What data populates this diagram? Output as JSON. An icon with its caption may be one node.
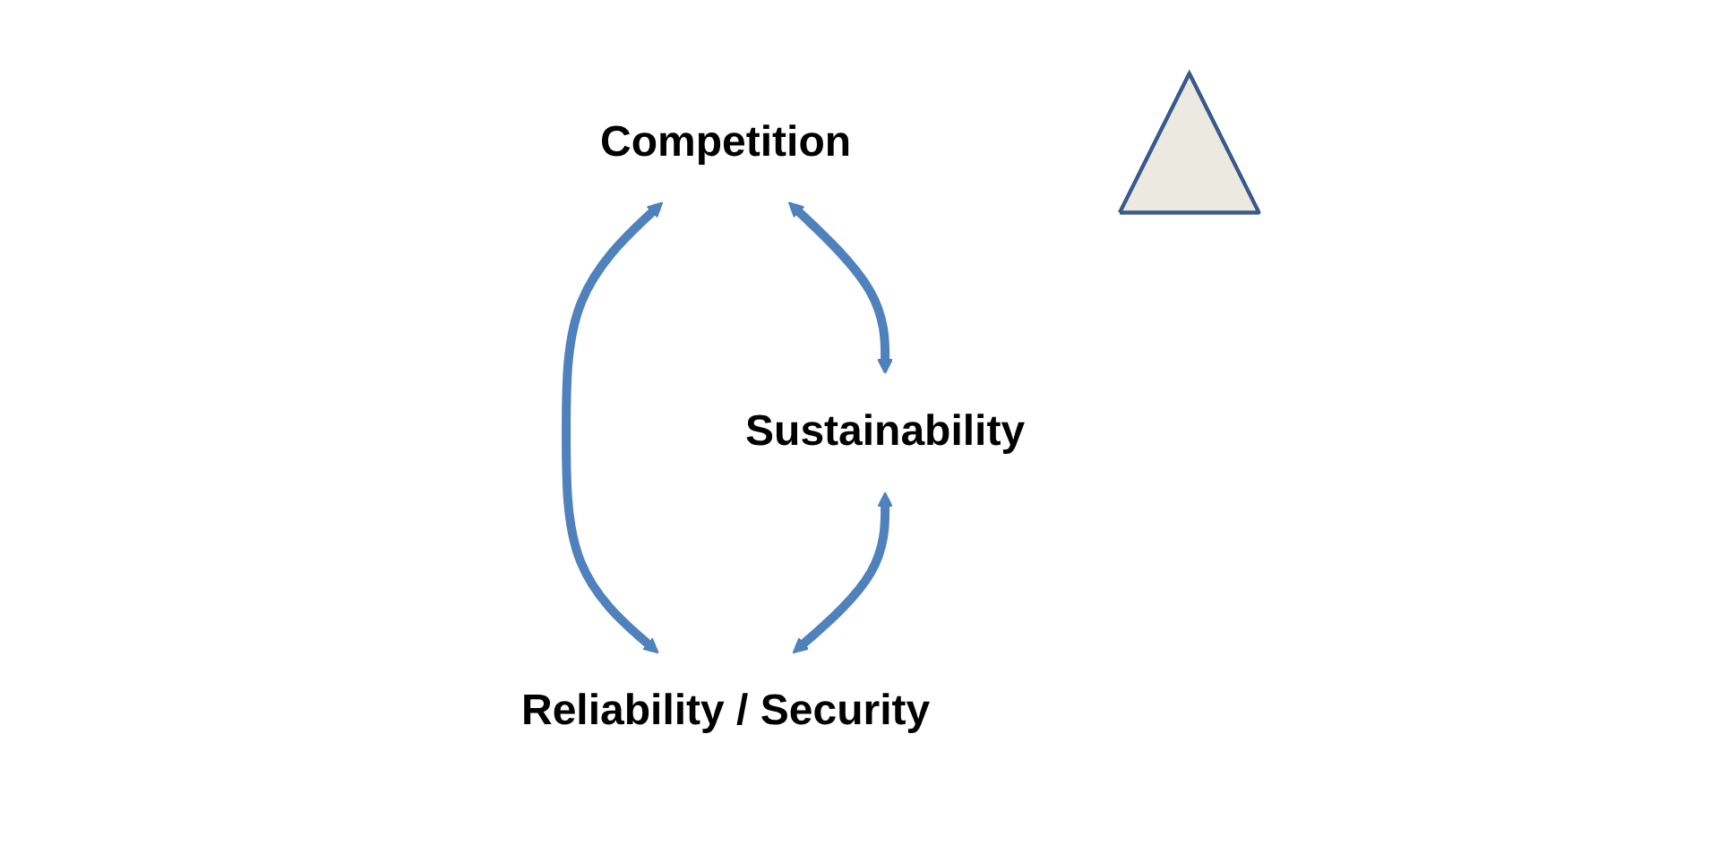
{
  "diagram": {
    "nodes": [
      {
        "text": [
          "Competition"
        ]
      },
      {
        "text": [],
        "shape": "triangle"
      },
      {
        "text": [
          "Sustainability"
        ]
      },
      {
        "text": [
          "Reliability / Security"
        ]
      }
    ],
    "edges": [
      {
        "from": 0,
        "to": 2,
        "arrow": "both"
      },
      {
        "from": 0,
        "to": 3,
        "arrow": "both"
      },
      {
        "from": 2,
        "to": 3,
        "arrow": "both"
      }
    ]
  }
}
